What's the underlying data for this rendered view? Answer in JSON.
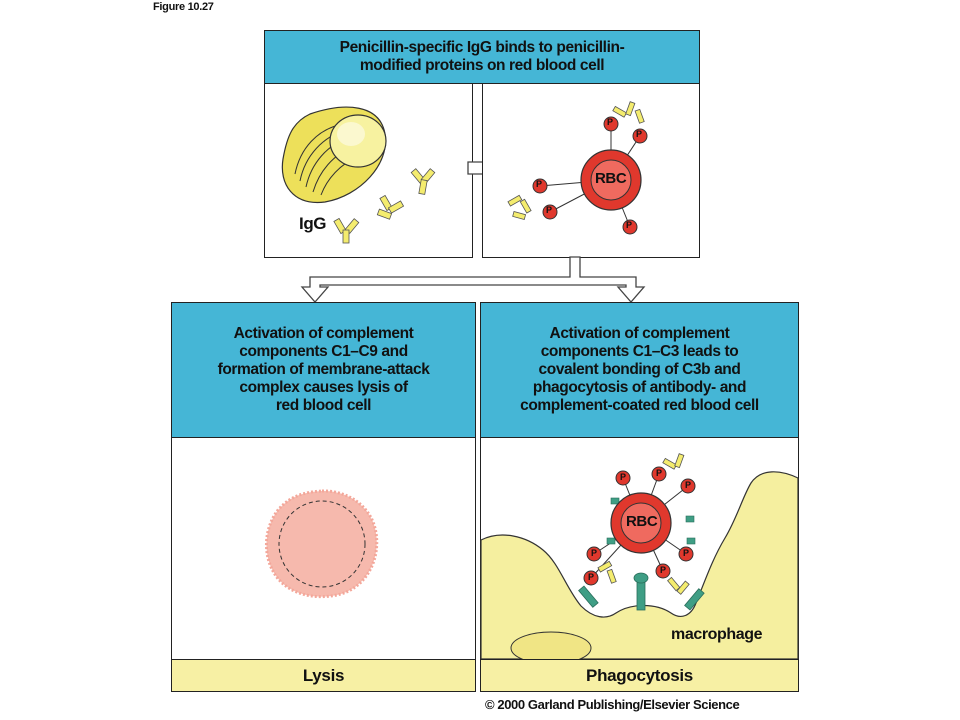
{
  "figure_label": "Figure 10.27",
  "top_panel": {
    "header": "Penicillin-specific IgG binds to penicillin-\nmodified proteins on red blood cell",
    "left_label": "IgG",
    "rbc_label": "RBC",
    "penicillin_marker": "P"
  },
  "lysis_panel": {
    "header": "Activation of complement\ncomponents C1–C9 and\nformation of membrane-attack\ncomplex causes lysis of\nred blood cell",
    "footer": "Lysis"
  },
  "phago_panel": {
    "header": "Activation of complement\ncomponents C1–C3 leads to\ncovalent bonding of C3b and\nphagocytosis of antibody- and\ncomplement-coated red blood cell",
    "rbc_label": "RBC",
    "macrophage_label": "macrophage",
    "footer": "Phagocytosis"
  },
  "copyright": "© 2000 Garland Publishing/Elsevier Science",
  "colors": {
    "header_bg": "#45b6d6",
    "footer_bg": "#f7f0a4",
    "rbc_red": "#e0382d",
    "plasma_yellow": "#ede05a",
    "igg_yellow": "#f4ec6e",
    "lysis_pink": "#f6b9ad",
    "complement_teal": "#3f9e85"
  }
}
